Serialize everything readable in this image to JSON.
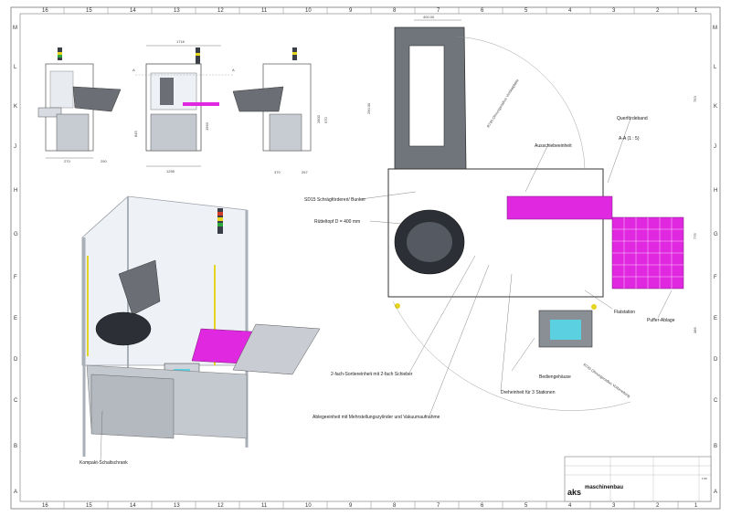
{
  "grid": {
    "top": [
      "16",
      "15",
      "14",
      "13",
      "12",
      "11",
      "10",
      "9",
      "8",
      "7",
      "6",
      "5",
      "4",
      "3",
      "2",
      "1"
    ],
    "bottom": [
      "16",
      "15",
      "14",
      "13",
      "12",
      "11",
      "10",
      "9",
      "8",
      "7",
      "6",
      "5",
      "4",
      "3",
      "2",
      "1"
    ],
    "left": [
      "M",
      "L",
      "K",
      "J",
      "H",
      "G",
      "F",
      "E",
      "D",
      "C",
      "B",
      "A"
    ],
    "right": [
      "M",
      "L",
      "K",
      "J",
      "H",
      "G",
      "F",
      "E",
      "D",
      "C",
      "B",
      "A"
    ]
  },
  "dimensions": {
    "front_width": "1716",
    "front_base": "1255",
    "left_a": "270",
    "left_b": "290",
    "right_a": "370",
    "right_b": "267",
    "height_1": "2800",
    "height_2": "1963",
    "height_3": "970",
    "height_4": "845",
    "top_width": "400.00",
    "top_left": "290.00",
    "top_right_height": "753",
    "top_right_low": "386",
    "top_right_mid": "775"
  },
  "section_marks": {
    "a_left": "A",
    "a_right": "A",
    "section_view": "A-A (1 : 5)"
  },
  "radius_labels": {
    "upper": "R745 Ohnungsradius Vertikalplatte",
    "lower": "R745 Ohnungsradius Vorbereitung"
  },
  "callouts": {
    "bunker": "SD15 Schrägfördereri/ Bunker",
    "bowl": "Rütteltopf D = 400 mm",
    "pusher_unit": "Ausschiebeeinheit",
    "cross_conveyor": "Querfördeband",
    "buffer": "Puffer-Ablage",
    "flat_station": "Flatstation",
    "operator_housing": "Bediengehäuse",
    "rotary_unit": "Dreheinheit für 3 Stationen",
    "sorting_unit": "2-fach-Sortiereinheit mit 2-fach Schieber",
    "placing_unit": "Ablegeeinheit mit Mehrstellungszylinder und Vakuumaufnahme",
    "cabinet": "Kompakt-Schaltschrank"
  },
  "title_block": {
    "company": "maschinenbau",
    "logo": "aks",
    "scale": "1:50"
  },
  "colors": {
    "magenta": "#e028e0",
    "frame": "#b8bcc4",
    "dark": "#3a3f47",
    "yellow": "#e6d520"
  }
}
